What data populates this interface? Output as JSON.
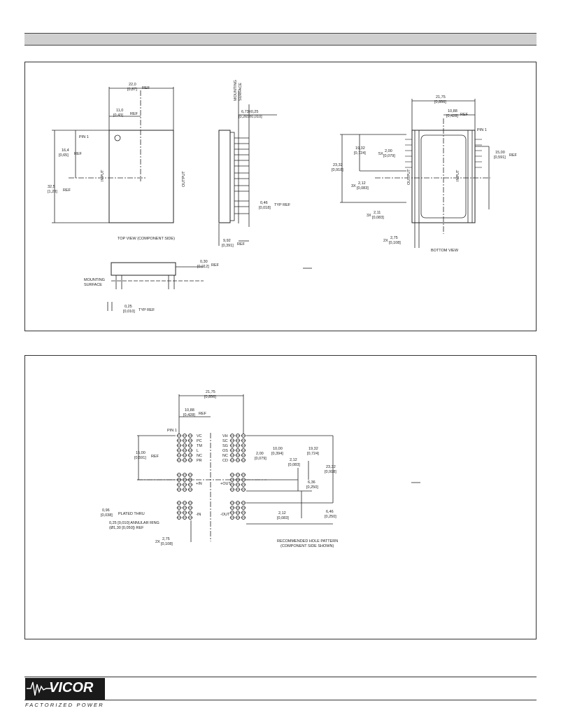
{
  "header": {
    "title": ""
  },
  "mech": {
    "top_dim_22": "22,0",
    "top_dim_22_in": "[0,87]",
    "ref": "REF",
    "dim_11": "11,0",
    "dim_11_in": "[0,43]",
    "pin1": "PIN 1",
    "dim_164": "16,4",
    "dim_164_in": "[0,65]",
    "dim_325": "32,5",
    "dim_325_in": "[1,28]",
    "input": "INPUT",
    "output": "OUTPUT",
    "top_view": "TOP VIEW (COMPONENT SIDE)",
    "mounting_surface": "MOUNTING SURFACE",
    "dim_673": "6,73±0,25",
    "dim_673_in": "[0,265±0,010]",
    "dim_046": "0,46",
    "dim_046_in": "[0,018]",
    "typ_ref": "TYP REF",
    "dim_992": "9,92",
    "dim_992_in": "[0,391]",
    "dim_030": "0,30",
    "dim_030_in": "[0,012]",
    "mounting": "MOUNTING",
    "surface": "SURFACE",
    "dim_025": "0,25",
    "dim_025_in": "[0,010]",
    "b_2175": "21,75",
    "b_2175_in": "[0,856]",
    "b_1088": "10,88",
    "b_1088_in": "[0,428]",
    "b_1932": "19,32",
    "b_1932_in": "[0,724]",
    "b_200": "2,00",
    "b_200_in": "[0,079]",
    "b_2332": "23,32",
    "b_2332_in": "[0,918]",
    "b_212": "2,12",
    "b_212_in": "[0,083]",
    "b_211": "2,11",
    "b_211_in": "[0,083]",
    "b_275": "2,75",
    "b_275_in": "[0,108]",
    "b_1500": "15,00",
    "b_1500_in": "[0,591]",
    "x5": "5X",
    "x3": "3X",
    "x2": "2X",
    "bottom_view": "BOTTOM VIEW"
  },
  "hole": {
    "h_2175": "21,75",
    "h_2175_in": "[0,856]",
    "h_1088": "10,88",
    "h_1088_in": "[0,428]",
    "ref": "REF",
    "pin1": "PIN 1",
    "h_1500": "15,00",
    "h_1500_in": "[0,591]",
    "left_labels": [
      "VC",
      "PC",
      "TM",
      "L",
      "NC",
      "PR"
    ],
    "right_labels": [
      "VH",
      "SC",
      "SG",
      "OS",
      "NC",
      "CD"
    ],
    "in_plus": "+IN",
    "in_minus": "-IN",
    "out_plus": "+OUT",
    "out_minus": "-OUT",
    "h_200": "2,00",
    "h_200_in": "[0,079]",
    "h_1000": "10,00",
    "h_1000_in": "[0,394]",
    "h_1932": "19,32",
    "h_1932_in": "[0,724]",
    "h_212a": "2,12",
    "h_212a_in": "[0,083]",
    "h_2332": "23,32",
    "h_2332_in": "[0,918]",
    "h_636": "6,36",
    "h_636_in": "[0,250]",
    "h_212b": "2,12",
    "h_212b_in": "[0,083]",
    "h_646": "6,46",
    "h_646_in": "[0,250]",
    "plated_dia": "0,96",
    "plated_dia_in": "[0,038]",
    "plated_thru": "PLATED THRU",
    "annular": "0,25 [0,010] ANNULAR RING",
    "min_dia": "(Ø1,30 [0,050]) REF",
    "h_275": "2,75",
    "h_275_in": "[0,108]",
    "x2": "2X",
    "recommended": "RECOMMENDED HOLE PATTERN",
    "comp_side": "(COMPONENT SIDE SHOWN)"
  },
  "footer": {
    "brand": "VICOR",
    "tagline": "FACTORIZED POWER"
  }
}
